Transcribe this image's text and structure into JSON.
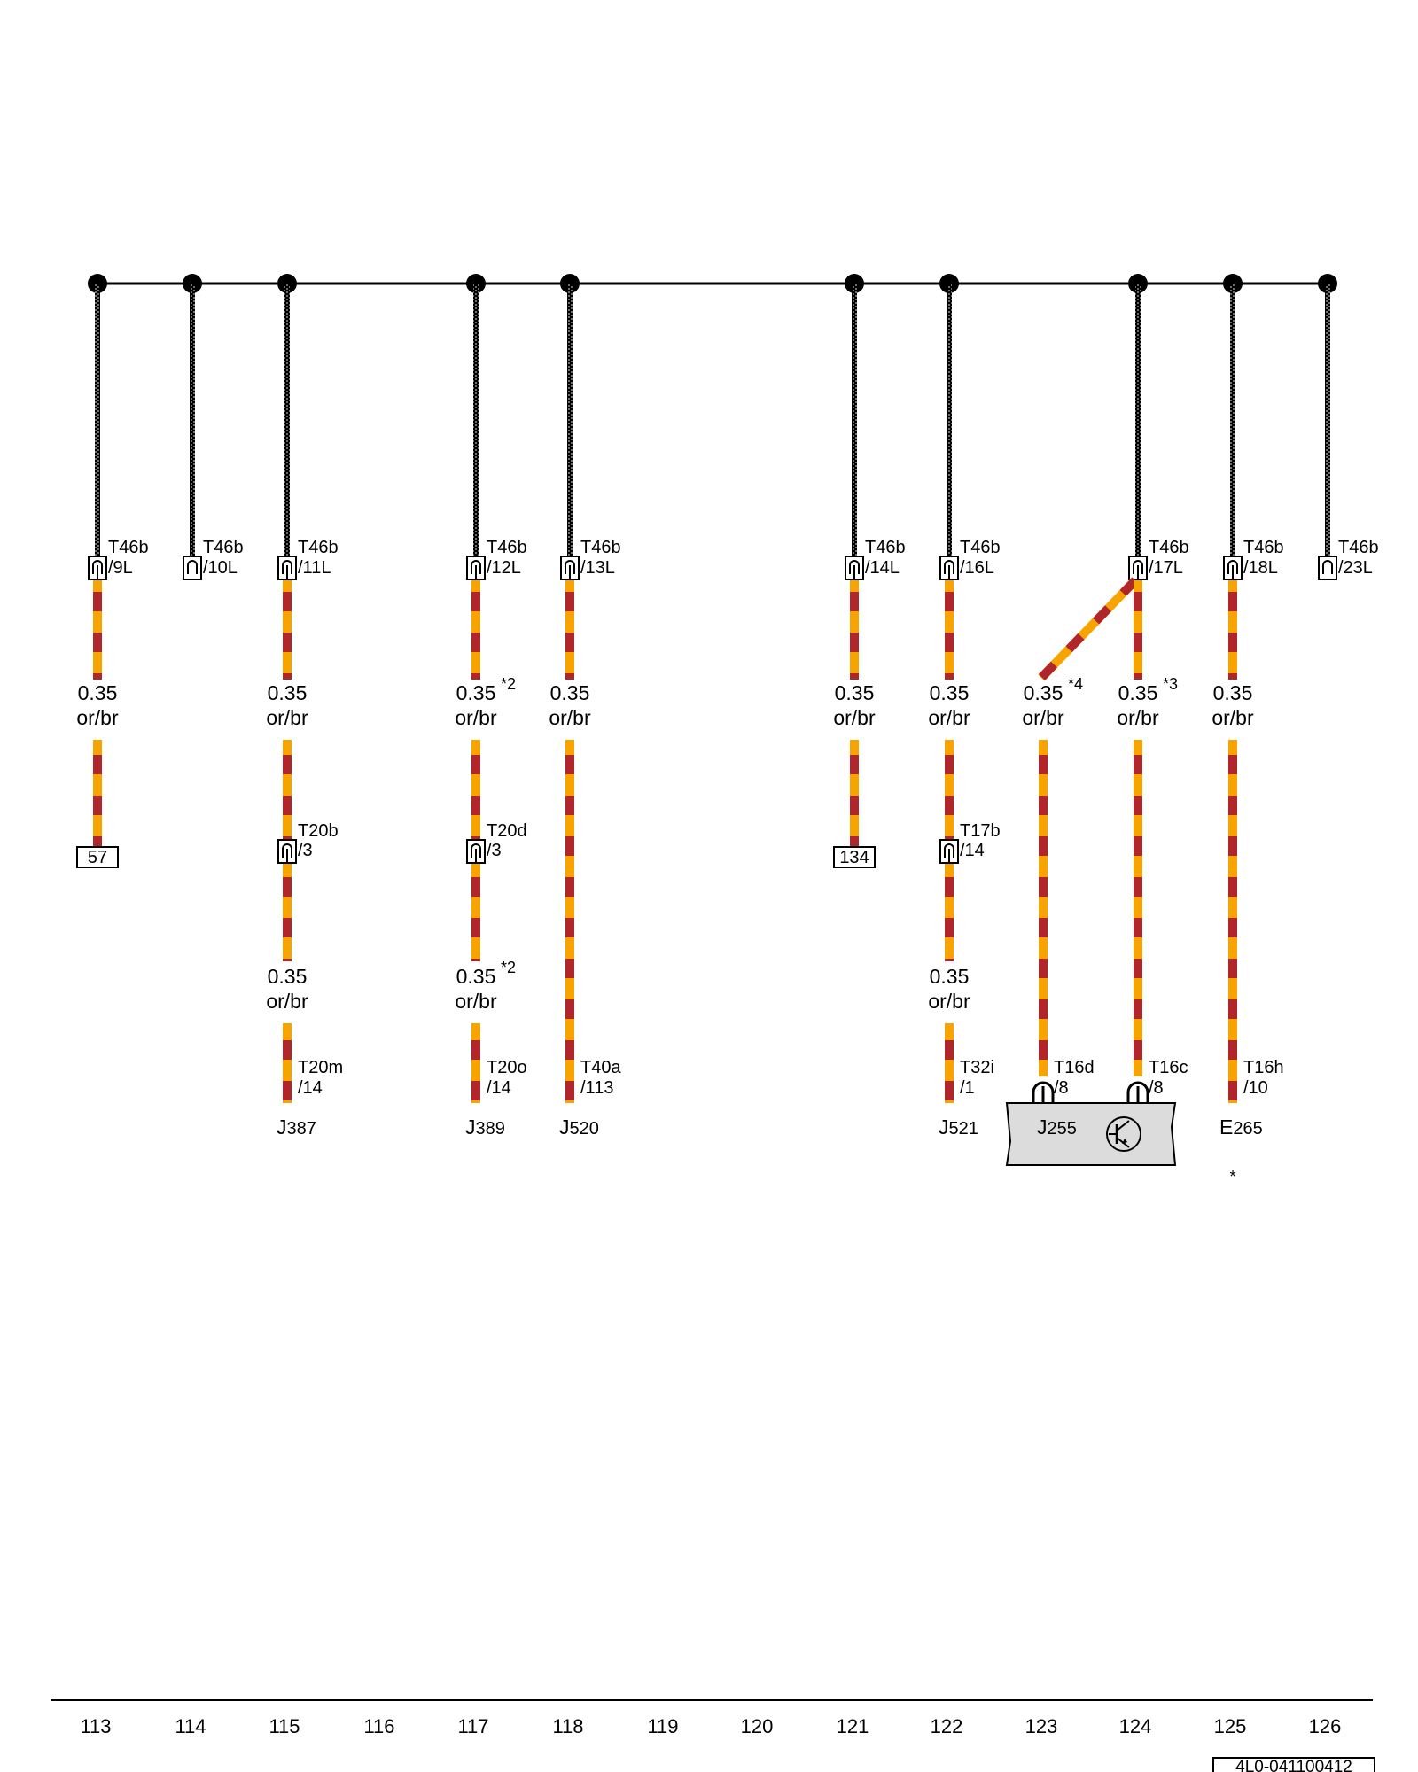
{
  "wires": [
    {
      "id": "c113",
      "top_conn": {
        "name": "T46b",
        "pin": "/9L"
      },
      "segments": [
        {
          "size": "0.35",
          "color": "or/br"
        }
      ],
      "bottom": {
        "type": "box",
        "text": "57"
      }
    },
    {
      "id": "c114",
      "top_conn": {
        "name": "T46b",
        "pin": "/10L"
      },
      "segments": [],
      "bottom": null
    },
    {
      "id": "c115",
      "top_conn": {
        "name": "T46b",
        "pin": "/11L"
      },
      "segments": [
        {
          "size": "0.35",
          "color": "or/br"
        },
        {
          "size": "0.35",
          "color": "or/br"
        }
      ],
      "mid_conn": {
        "name": "T20b",
        "pin": "/3"
      },
      "bottom": {
        "type": "pin",
        "name": "T20m",
        "pin": "/14",
        "component": "J",
        "component_num": "387"
      }
    },
    {
      "id": "c117",
      "top_conn": {
        "name": "T46b",
        "pin": "/12L"
      },
      "segments": [
        {
          "size": "0.35",
          "color": "or/br",
          "note": "*2"
        },
        {
          "size": "0.35",
          "color": "or/br",
          "note": "*2"
        }
      ],
      "mid_conn": {
        "name": "T20d",
        "pin": "/3"
      },
      "bottom": {
        "type": "pin",
        "name": "T20o",
        "pin": "/14",
        "component": "J",
        "component_num": "389"
      }
    },
    {
      "id": "c118",
      "top_conn": {
        "name": "T46b",
        "pin": "/13L"
      },
      "segments": [
        {
          "size": "0.35",
          "color": "or/br"
        }
      ],
      "bottom": {
        "type": "pin",
        "name": "T40a",
        "pin": "/113",
        "component": "J",
        "component_num": "520"
      }
    },
    {
      "id": "c121",
      "top_conn": {
        "name": "T46b",
        "pin": "/14L"
      },
      "segments": [
        {
          "size": "0.35",
          "color": "or/br"
        }
      ],
      "bottom": {
        "type": "box",
        "text": "134"
      }
    },
    {
      "id": "c122",
      "top_conn": {
        "name": "T46b",
        "pin": "/16L"
      },
      "segments": [
        {
          "size": "0.35",
          "color": "or/br"
        },
        {
          "size": "0.35",
          "color": "or/br"
        }
      ],
      "mid_conn": {
        "name": "T17b",
        "pin": "/14"
      },
      "bottom": {
        "type": "pin",
        "name": "T32i",
        "pin": "/1",
        "component": "J",
        "component_num": "521"
      }
    },
    {
      "id": "c123",
      "segments": [
        {
          "size": "0.35",
          "color": "or/br",
          "note": "*4"
        }
      ],
      "bottom": {
        "type": "pin",
        "name": "T16d",
        "pin": "/8",
        "component": "J",
        "component_num": "255"
      }
    },
    {
      "id": "c124",
      "top_conn": {
        "name": "T46b",
        "pin": "/17L"
      },
      "segments": [
        {
          "size": "0.35",
          "color": "or/br",
          "note": "*3"
        }
      ],
      "bottom": {
        "type": "pin",
        "name": "T16c",
        "pin": "/8"
      }
    },
    {
      "id": "c125",
      "top_conn": {
        "name": "T46b",
        "pin": "/18L"
      },
      "segments": [
        {
          "size": "0.35",
          "color": "or/br"
        }
      ],
      "bottom": {
        "type": "pin",
        "name": "T16h",
        "pin": "/10",
        "component": "E",
        "component_num": "265",
        "note": "*"
      }
    },
    {
      "id": "c126",
      "top_conn": {
        "name": "T46b",
        "pin": "/23L"
      },
      "segments": [],
      "bottom": null
    }
  ],
  "track_numbers": [
    "113",
    "114",
    "115",
    "116",
    "117",
    "118",
    "119",
    "120",
    "121",
    "122",
    "123",
    "124",
    "125",
    "126"
  ],
  "document_id": "4L0-041100412",
  "colors": {
    "wire_orange": "#F7A400",
    "wire_brown": "#B0262A",
    "bus": "#000000",
    "component_fill": "#DCDCDC"
  }
}
